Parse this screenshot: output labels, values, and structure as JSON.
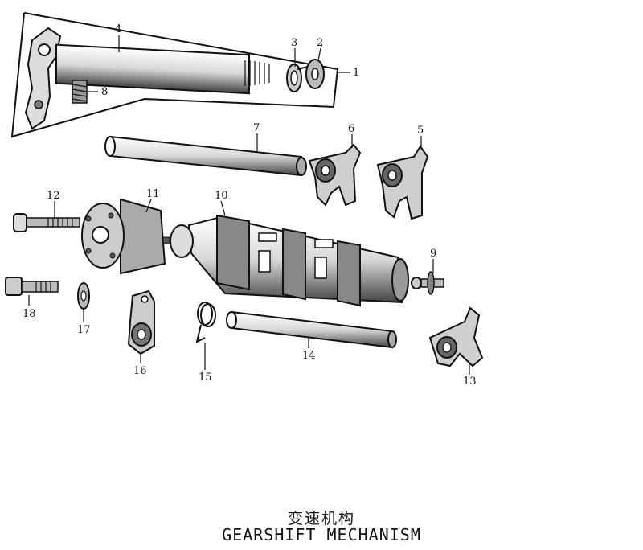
{
  "diagram": {
    "title_zh": "变速机构",
    "title_en": "GEARSHIFT MECHANISM",
    "callouts": [
      "1",
      "2",
      "3",
      "4",
      "5",
      "6",
      "7",
      "8",
      "9",
      "10",
      "11",
      "12",
      "13",
      "14",
      "15",
      "16",
      "17",
      "18"
    ]
  },
  "colors": {
    "ink": "#111111",
    "shade": "#555555",
    "paper": "#ffffff"
  }
}
